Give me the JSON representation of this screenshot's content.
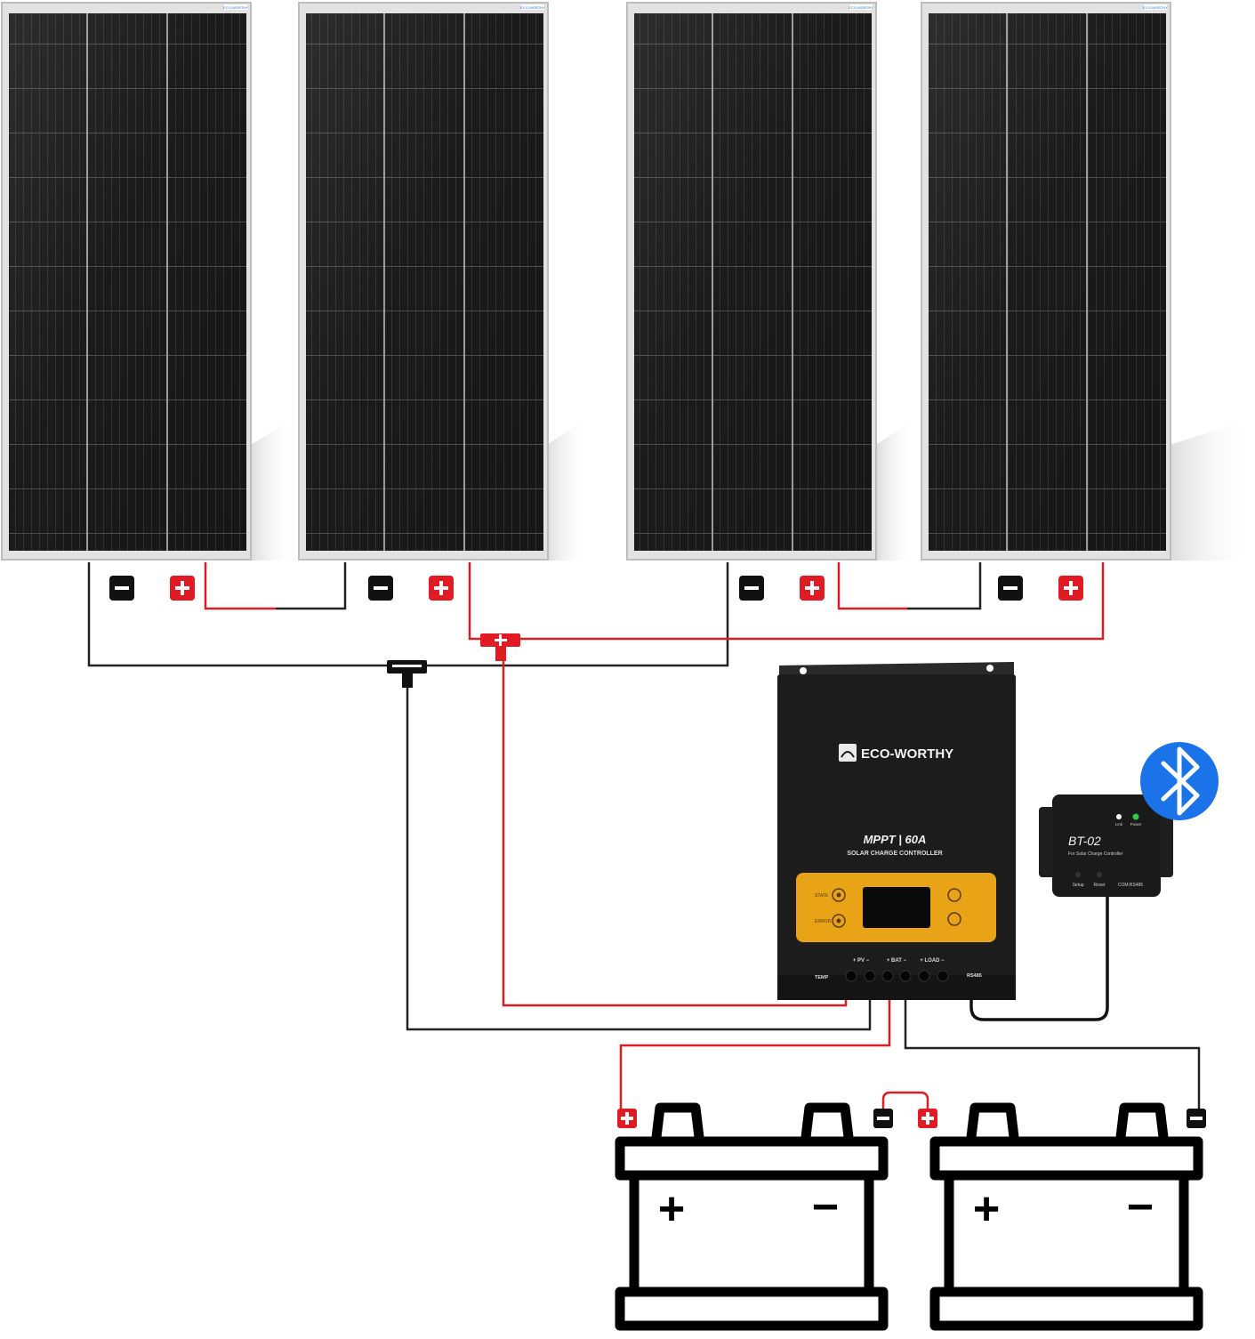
{
  "panels": {
    "count": 4,
    "label": "ECO-WORTHY"
  },
  "terminals": {
    "negative_symbol": "−",
    "positive_symbol": "+"
  },
  "controller": {
    "brand": "ECO-WORTHY",
    "model": "MPPT | 60A",
    "subtitle": "SOLAR CHARGE CONTROLLER",
    "state_label": "STATE",
    "error_label": "ERROR",
    "pv_label": "+ PV −",
    "bat_label": "+ BAT −",
    "load_label": "+ LOAD −",
    "temp_label": "TEMP",
    "rs485_label": "RS485"
  },
  "bt_module": {
    "model": "BT-02",
    "subtitle": "For Solar Charge Controller",
    "link_label": "Link",
    "power_label": "Power",
    "setup_label": "Setup",
    "reset_label": "Reset",
    "com_label": "COM:RS485",
    "link_led_color": "#ffffff",
    "power_led_color": "#2ecc40"
  },
  "bluetooth_icon": {
    "color": "#1a73e8"
  },
  "batteries": {
    "count": 2,
    "plus_symbol": "+",
    "minus_symbol": "−"
  },
  "colors": {
    "positive_wire": "#e01b24",
    "negative_wire": "#222222",
    "controller_body": "#1c1c1c",
    "display_panel": "#e8a317",
    "panel_cell": "#1a1a1a",
    "panel_frame": "#d8d8d8"
  }
}
